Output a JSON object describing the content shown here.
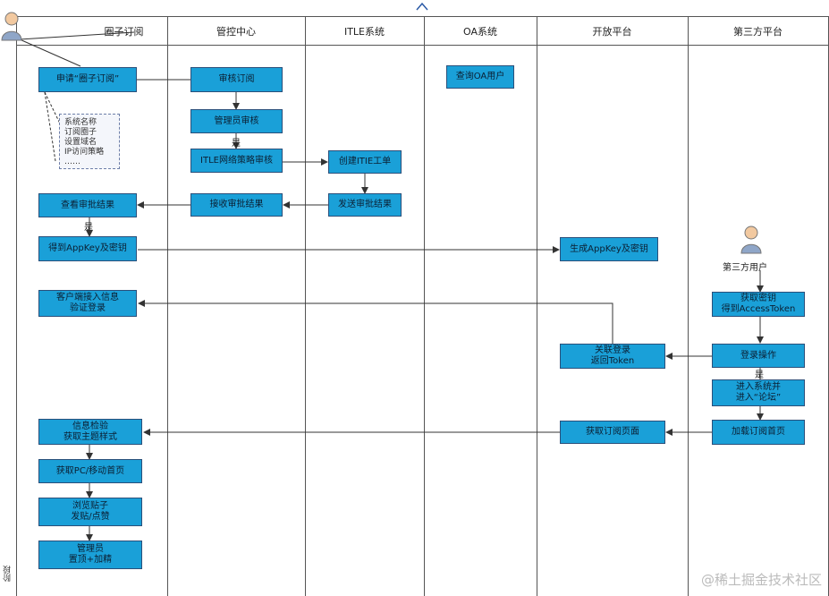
{
  "lanes": [
    "圈子订阅",
    "管控中心",
    "ITLE系统",
    "OA系统",
    "开放平台",
    "第三方平台"
  ],
  "boxes": {
    "apply": "申请“圈子订阅”",
    "review": "审核订阅",
    "admin_review": "管理员审核",
    "itle_review": "ITLE网络策略审核",
    "create_ticket": "创建ITIE工单",
    "send_result": "发送审批结果",
    "receive_result": "接收审批结果",
    "view_result": "查看审批结果",
    "get_appkey": "得到AppKey及密钥",
    "gen_appkey": "生成AppKey及密钥",
    "query_oa": "查询OA用户",
    "client_login": "客户端接入信息\n验证登录",
    "get_token": "获取密钥\n得到AccessToken",
    "login_op": "登录操作",
    "bind_login": "关联登录\n返回Token",
    "enter_forum": "进入系统并\n进入“论坛”",
    "load_sub_page": "加载订阅首页",
    "get_sub_page": "获取订阅页面",
    "verify_style": "信息检验\n获取主题样式",
    "get_pc_home": "获取PC/移动首页",
    "browse_posts": "浏览贴子\n发贴/点赞",
    "admin_pin": "管理员\n置顶+加精"
  },
  "note": "系统名称\n订阅圈子\n设置域名\nIP访问策略\n……",
  "yes_labels": [
    "是",
    "是",
    "是"
  ],
  "third_party_user": "第三方用户",
  "corner_label": "阶段",
  "watermark": "@稀土掘金技术社区",
  "colors": {
    "box_fill": "#1aa0d8",
    "box_border": "#2a4f7a",
    "line": "#555555"
  },
  "icons": [
    "person-icon",
    "caret-up-icon"
  ]
}
